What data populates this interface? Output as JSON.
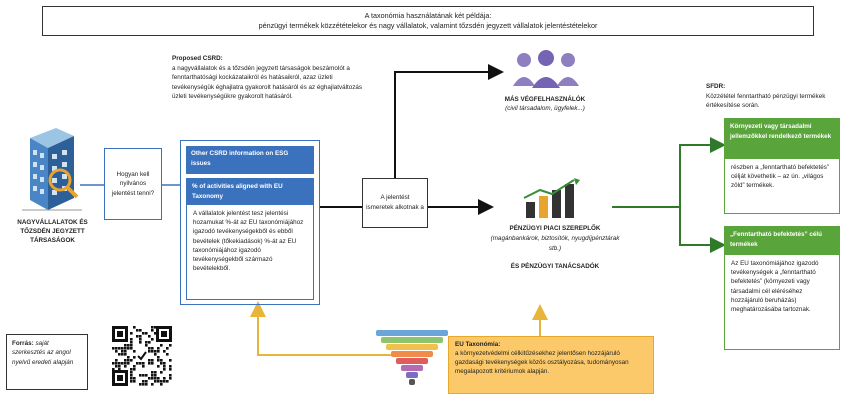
{
  "title": {
    "line1": "A taxonómia használatának két példája:",
    "line2": "pénzügyi termékek közzétételekor és nagy vállalatok, valamint tőzsdén jegyzett vállalatok jelentéstételekor"
  },
  "csrd": {
    "heading": "Proposed CSRD:",
    "text": "a nagyvállalatok és a tőzsdén jegyzett társaságok beszámolót a fenntarthatósági kockázataikról és hatásaikról, azaz üzleti tevékenységük éghajlatra gyakorolt hatásáról és az éghajlatváltozás üzleti tevékenységükre gyakorolt hatásáról."
  },
  "company": {
    "label": "NAGYVÁLLALATOK ÉS TŐZSDÉN JEGYZETT TÁRSASÁGOK"
  },
  "question": {
    "text": "Hogyan kell nyilvános jelentést tenni?"
  },
  "blue_box1": {
    "text": "Other CSRD information on ESG issues"
  },
  "blue_box2": {
    "heading": "% of activities aligned with EU Taxonomy",
    "body": "A vállalatok jelentést tesz jelentési hozamukat %-át az EU taxonómiájához igazodó tevékenységekből és ebből bevételek (tőkekiadások) %-át az EU taxonómiájához igazodó tevékenységekből származó bevételekből."
  },
  "middle": {
    "text": "A jelentést ismeretek alkotnak a"
  },
  "end_users": {
    "title": "MÁS VÉGFELHASZNÁLÓK",
    "subtitle": "(civil társadalom, ügyfelek...)"
  },
  "financial": {
    "title": "PÉNZÜGYI PIACI SZEREPLŐK",
    "subtitle": "(magánbankárok, biztosítók, nyugdíjpénztárak stb.)",
    "title2": "ÉS PÉNZÜGYI TANÁCSADÓK"
  },
  "sfdr": {
    "heading": "SFDR:",
    "text": "Közzététel fenntartható pénzügyi termékek értékesítése során."
  },
  "green_box1": {
    "heading": "Környezeti vagy társadalmi jellemzőkkel rendelkező termékek",
    "body": "részben a „fenntartható befektetés” célját követhetik – az ún. „világos zöld” termékek."
  },
  "green_box2": {
    "heading": "„Fenntartható befektetés” célú termékek",
    "body": "Az EU taxonómiájához igazodó tevékenységek a „fenntartható befektetés” (környezeti vagy társadalmi cél eléréséhez hozzájáruló beruházás) meghatározásába tartoznak."
  },
  "eu_taxonomy": {
    "heading": "EU Taxonómia:",
    "text": "a környezetvédelmi célkitűzésekhez jelentősen hozzájáruló gazdasági tevékenységek közös osztályozása, tudományosan megalapozott kritériumok alapján."
  },
  "source": {
    "label": "Forrás:",
    "text": "saját szerkesztés az angol nyelvű eredeti alapján"
  },
  "colors": {
    "blue": "#3b72be",
    "green": "#5aa43c",
    "yellow": "#fbc96a",
    "line_black": "#111111",
    "line_yellow": "#e8b43a"
  }
}
